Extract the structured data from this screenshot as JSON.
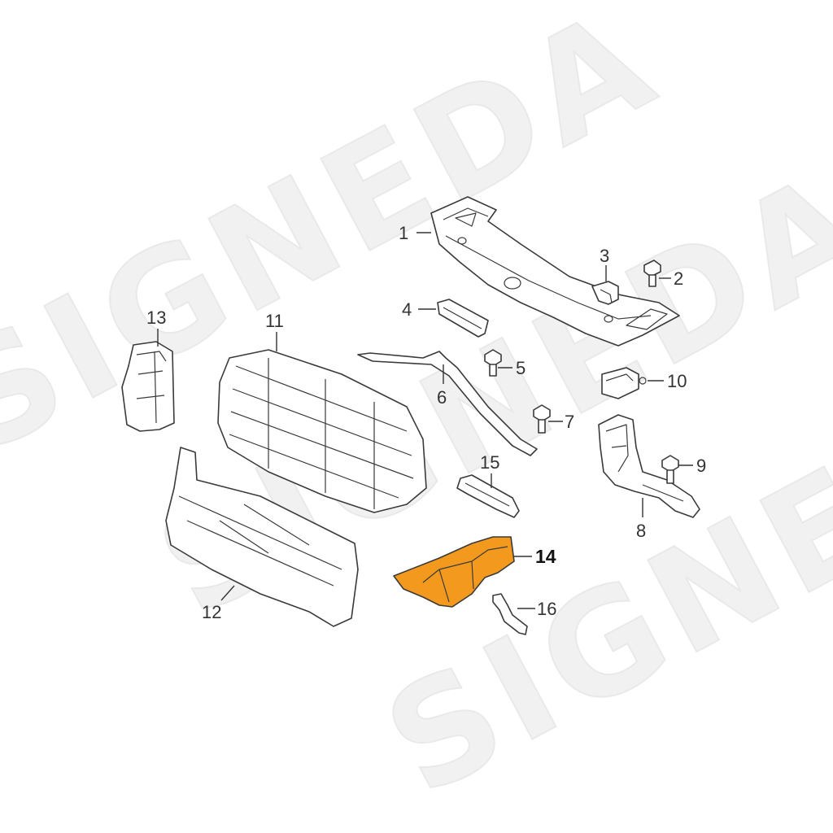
{
  "watermark": {
    "lines": [
      "SIGNEDA",
      "SIGNEDA",
      "SIGNEDA"
    ],
    "color": "#ececec"
  },
  "highlight_color": "#f39a1e",
  "callouts": [
    {
      "id": "1",
      "label": "1"
    },
    {
      "id": "2",
      "label": "2"
    },
    {
      "id": "3",
      "label": "3"
    },
    {
      "id": "4",
      "label": "4"
    },
    {
      "id": "5",
      "label": "5"
    },
    {
      "id": "6",
      "label": "6"
    },
    {
      "id": "7",
      "label": "7"
    },
    {
      "id": "8",
      "label": "8"
    },
    {
      "id": "9",
      "label": "9"
    },
    {
      "id": "10",
      "label": "10"
    },
    {
      "id": "11",
      "label": "11"
    },
    {
      "id": "12",
      "label": "12"
    },
    {
      "id": "13",
      "label": "13"
    },
    {
      "id": "14",
      "label": "14"
    },
    {
      "id": "15",
      "label": "15"
    },
    {
      "id": "16",
      "label": "16"
    }
  ],
  "highlighted_part": "14"
}
